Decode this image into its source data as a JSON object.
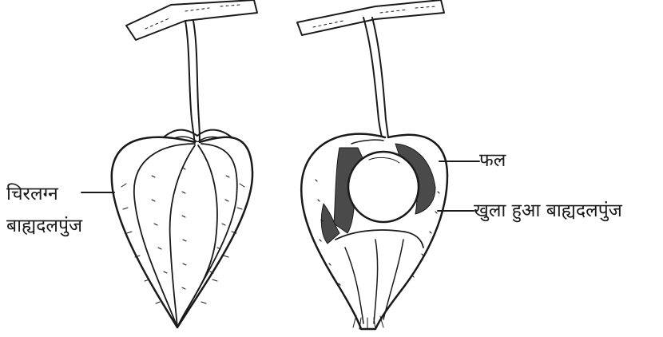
{
  "labels": {
    "persistent_calyx_line1": "चिरलग्न",
    "persistent_calyx_line2": "बाह्यदलपुंज",
    "fruit": "फल",
    "opened_calyx": "खुला हुआ बाह्यदलपुंज"
  }
}
